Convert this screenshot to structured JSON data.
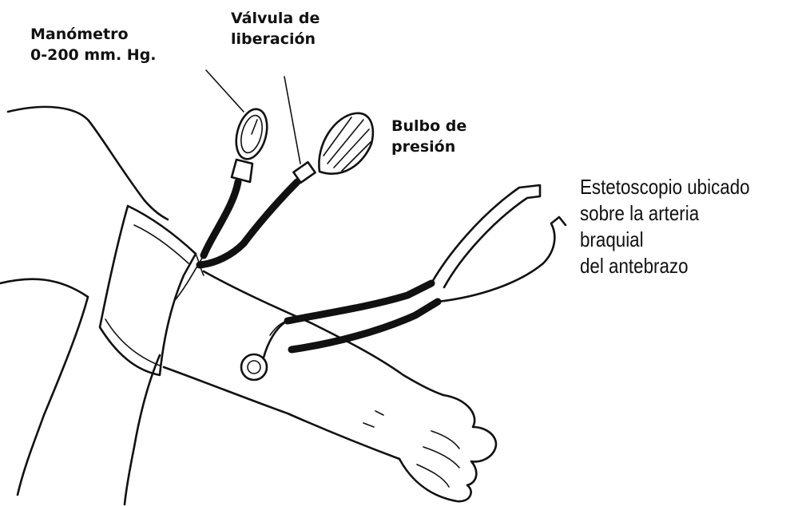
{
  "labels": {
    "manometro_line1": "Manómetro",
    "manometro_line2": "0-200 mm. Hg.",
    "valvula_line1": "Válvula de",
    "valvula_line2": "liberación",
    "bulbo_line1": "Bulbo de",
    "bulbo_line2": "presión",
    "esteto_line1": "Estetoscopio ubicado",
    "esteto_line2": "sobre la arteria braquial",
    "esteto_line3": "del antebrazo"
  },
  "colors": {
    "ink": "#111111",
    "background": "#ffffff"
  }
}
